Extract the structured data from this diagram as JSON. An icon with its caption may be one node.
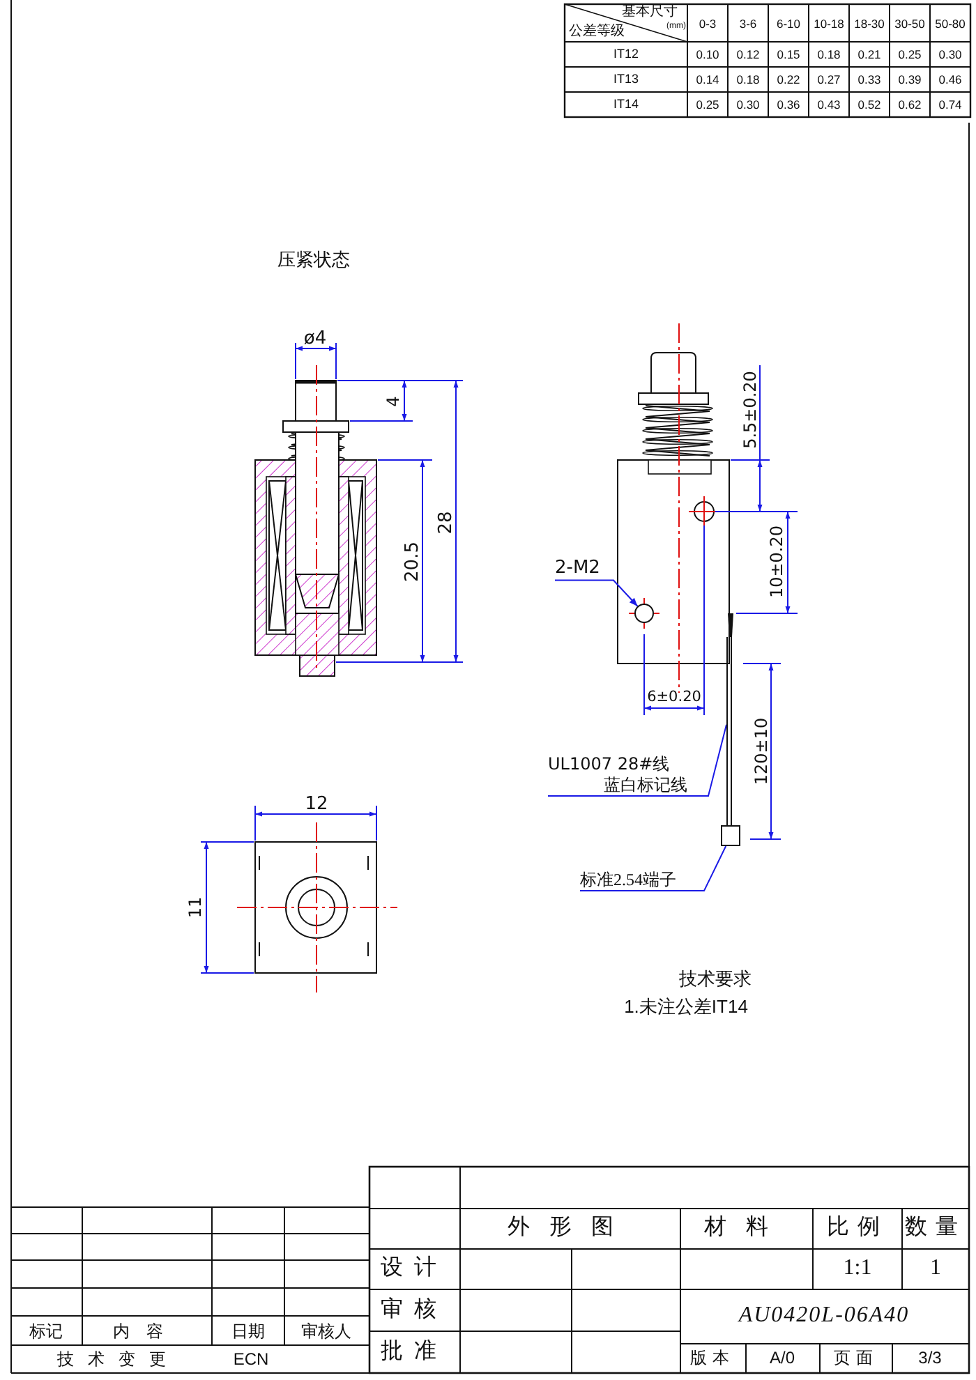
{
  "diagram": {
    "nodes": [
      {
        "text": [
          "2-M2"
        ]
      },
      {
        "text": [],
        "shape": "circle"
      },
      {
        "text": [
          "UL1007 28#线",
          "蓝白标记线"
        ]
      },
      {
        "text": [],
        "shape": "bar"
      },
      {
        "text": [
          "标准2.54端子"
        ]
      },
      {
        "text": [],
        "shape": "box"
      }
    ],
    "edges": [
      {
        "from": 0,
        "to": 1,
        "arrow": "to"
      },
      {
        "from": 2,
        "to": 3,
        "arrow": "none"
      },
      {
        "from": 4,
        "to": 5,
        "arrow": "none"
      }
    ],
    "labels": [
      "压紧状态",
      "基本尺寸",
      "(mm)",
      "公差等级",
      "0-3",
      "3-6",
      "6-10",
      "10-18",
      "18-30",
      "30-50",
      "50-80",
      "IT12",
      "0.10",
      "0.12",
      "0.15",
      "0.18",
      "0.21",
      "0.25",
      "0.30",
      "IT13",
      "0.14",
      "0.18",
      "0.22",
      "0.27",
      "0.33",
      "0.39",
      "0.46",
      "IT14",
      "0.25",
      "0.30",
      "0.36",
      "0.43",
      "0.52",
      "0.62",
      "0.74",
      "ø4",
      "4",
      "20.5",
      "28",
      "5.5±0.20",
      "10±0.20",
      "6±0.20",
      "120±10",
      "12",
      "11",
      "技术要求",
      "1.未注公差IT14",
      "标记",
      "内容",
      "日期",
      "审核人",
      "技术变更",
      "ECN",
      "外形图",
      "材料",
      "比例",
      "数量",
      "设计",
      "1:1",
      "1",
      "审核",
      "AU0420L-06A40",
      "批准",
      "版本",
      "A/0",
      "页面",
      "3/3"
    ]
  }
}
